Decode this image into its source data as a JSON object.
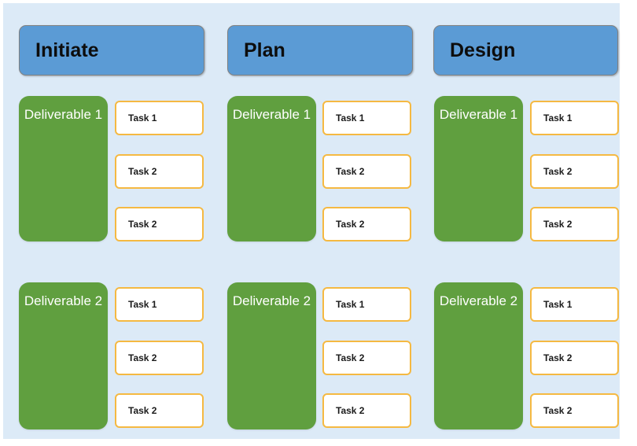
{
  "board": {
    "background_color": "#dceaf7",
    "header_color": "#5b9bd5",
    "deliverable_color": "#609f3f",
    "task_border_color": "#f5b942",
    "task_fill_color": "#ffffff"
  },
  "columns": [
    {
      "id": "initiate",
      "header": "Initiate",
      "groups": [
        {
          "deliverable": "Deliverable 1",
          "tasks": [
            "Task 1",
            "Task 2",
            "Task 2"
          ]
        },
        {
          "deliverable": "Deliverable 2",
          "tasks": [
            "Task 1",
            "Task 2",
            "Task 2"
          ]
        }
      ]
    },
    {
      "id": "plan",
      "header": "Plan",
      "groups": [
        {
          "deliverable": "Deliverable 1",
          "tasks": [
            "Task 1",
            "Task 2",
            "Task 2"
          ]
        },
        {
          "deliverable": "Deliverable 2",
          "tasks": [
            "Task 1",
            "Task 2",
            "Task 2"
          ]
        }
      ]
    },
    {
      "id": "design",
      "header": "Design",
      "groups": [
        {
          "deliverable": "Deliverable 1",
          "tasks": [
            "Task 1",
            "Task 2",
            "Task 2"
          ]
        },
        {
          "deliverable": "Deliverable 2",
          "tasks": [
            "Task 1",
            "Task 2",
            "Task 2"
          ]
        }
      ]
    }
  ]
}
